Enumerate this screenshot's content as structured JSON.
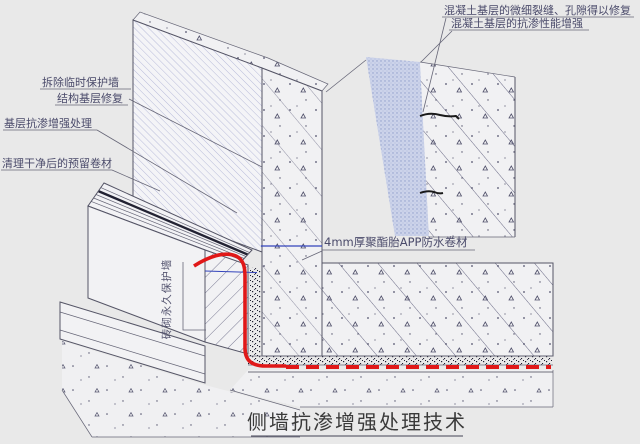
{
  "page": {
    "background": "#e9e9e9",
    "type": "construction-detail-drawing"
  },
  "diagram": {
    "title": "侧墙抗渗增强处理技术",
    "labels": {
      "remove_temp_wall": "拆除临时保护墙",
      "structural_base_repair": "结构基层修复",
      "base_antiseepage_treatment": "基层抗渗增强处理",
      "reserved_membrane_cleaned": "清理干净后的预留卷材",
      "cracks_pores_repaired": "混凝土基层的微细裂缝、孔隙得以修复",
      "antiseepage_enhanced": "混凝土基层的抗渗性能增强",
      "app_waterproof_membrane": "4mm厚聚酯胎APP防水卷材",
      "brick_permanent_wall": "砖砌永久保护墙"
    },
    "colors": {
      "membrane_red": "#e01818",
      "leader_blue": "#3344bb",
      "enhanced_layer_fill": "#ccd3ea",
      "drawing_line": "#556677",
      "fine_hatch": "#a9aed2",
      "label_text": "#4a4a6a",
      "title_text": "#3a3a3a",
      "background": "#e9e9e9"
    }
  }
}
